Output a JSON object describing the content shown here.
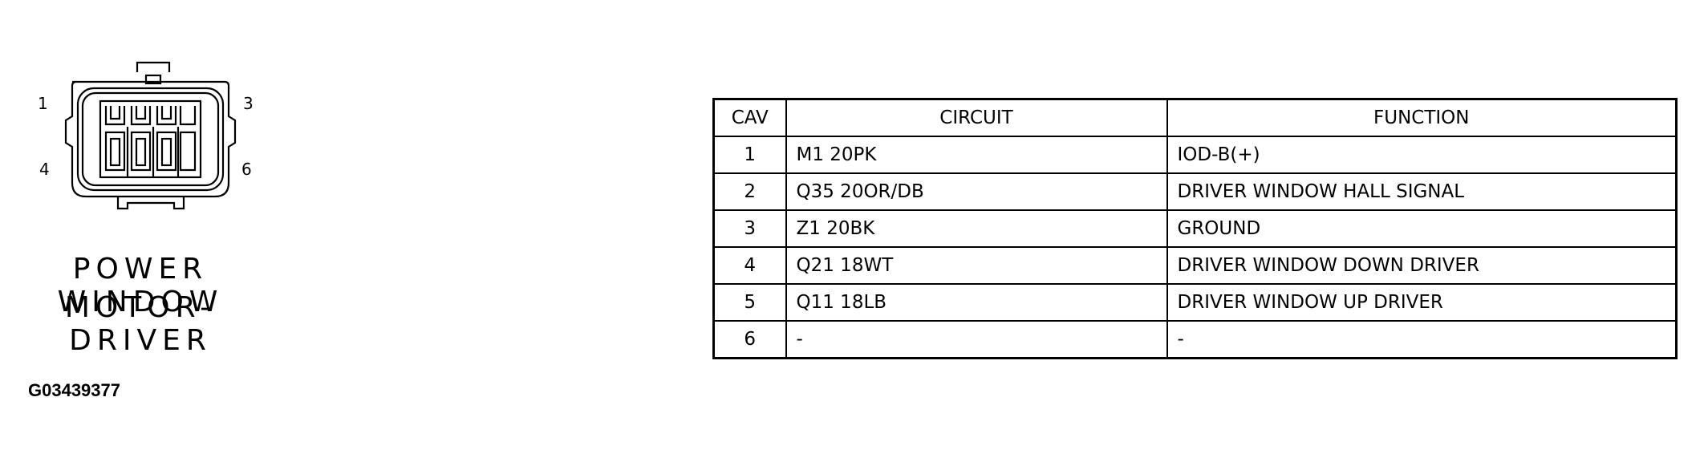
{
  "connector": {
    "pin_labels": [
      "1",
      "3",
      "4",
      "6"
    ],
    "title_lines": [
      "POWER WINDOW",
      "MOTOR-DRIVER"
    ]
  },
  "figure_id": "G03439377",
  "table": {
    "headers": [
      "CAV",
      "CIRCUIT",
      "FUNCTION"
    ],
    "rows": [
      {
        "cav": "1",
        "circuit": "M1 20PK",
        "function": "IOD-B(+)"
      },
      {
        "cav": "2",
        "circuit": "Q35 20OR/DB",
        "function": "DRIVER WINDOW HALL SIGNAL"
      },
      {
        "cav": "3",
        "circuit": "Z1 20BK",
        "function": "GROUND"
      },
      {
        "cav": "4",
        "circuit": "Q21 18WT",
        "function": "DRIVER WINDOW DOWN DRIVER"
      },
      {
        "cav": "5",
        "circuit": "Q11 18LB",
        "function": "DRIVER WINDOW UP DRIVER"
      },
      {
        "cav": "6",
        "circuit": "-",
        "function": "-"
      }
    ]
  }
}
